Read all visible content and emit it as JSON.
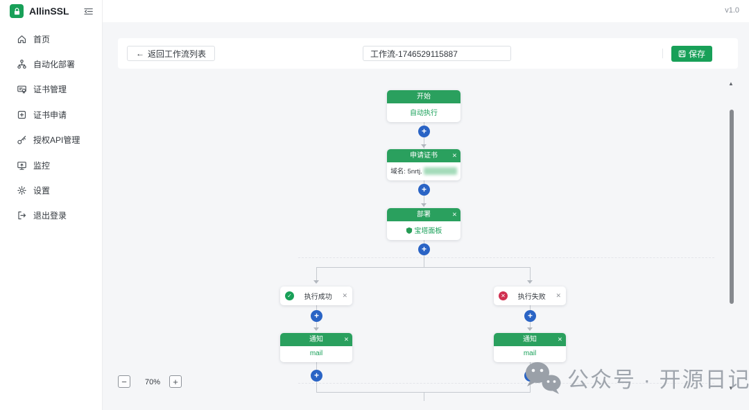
{
  "app": {
    "name": "AllinSSL",
    "version": "v1.0",
    "logo_icon": "lock-icon",
    "collapse_icon": "menu-fold-icon"
  },
  "sidebar": {
    "items": [
      {
        "icon": "home-icon",
        "label": "首页"
      },
      {
        "icon": "deploy-flow-icon",
        "label": "自动化部署"
      },
      {
        "icon": "certificate-manage-icon",
        "label": "证书管理"
      },
      {
        "icon": "certificate-apply-icon",
        "label": "证书申请"
      },
      {
        "icon": "api-key-icon",
        "label": "授权API管理"
      },
      {
        "icon": "monitor-icon",
        "label": "监控"
      },
      {
        "icon": "settings-icon",
        "label": "设置"
      },
      {
        "icon": "logout-icon",
        "label": "退出登录"
      }
    ]
  },
  "toolbar": {
    "back_button": "返回工作流列表",
    "back_arrow": "←",
    "workflow_name_value": "工作流-1746529115887",
    "save_button": "保存",
    "save_icon": "save-icon"
  },
  "workflow": {
    "nodes": {
      "start": {
        "title": "开始",
        "subtitle": "自动执行"
      },
      "apply_certificate": {
        "title": "申请证书",
        "field_label": "域名:",
        "field_value": "5nrtj."
      },
      "deploy": {
        "title": "部署",
        "provider": "宝塔面板",
        "provider_icon": "bt-panel-icon"
      },
      "on_success": {
        "label": "执行成功",
        "status_icon": "success-icon"
      },
      "on_failure": {
        "label": "执行失败",
        "status_icon": "error-icon"
      },
      "notify_success": {
        "title": "通知",
        "channel": "mail"
      },
      "notify_failure": {
        "title": "通知",
        "channel": "mail"
      }
    },
    "add_icon": "+",
    "close_icon": "✕",
    "check_glyph": "✓",
    "cross_glyph": "✕"
  },
  "zoom_controls": {
    "zoom_out": "−",
    "zoom_level": "70%",
    "zoom_in": "+"
  },
  "scrollbar": {
    "up_glyph": "▲",
    "down_glyph": "▼"
  },
  "watermark": {
    "icon": "wechat-icon",
    "text": "公众号 · 开源日记"
  },
  "colors": {
    "primary_green": "#18a058",
    "node_header_green": "#2aa05e",
    "plus_blue": "#2a64c5",
    "error_red": "#d03050",
    "connector_gray": "#c5c9cf",
    "canvas_bg": "#f5f6f8"
  }
}
